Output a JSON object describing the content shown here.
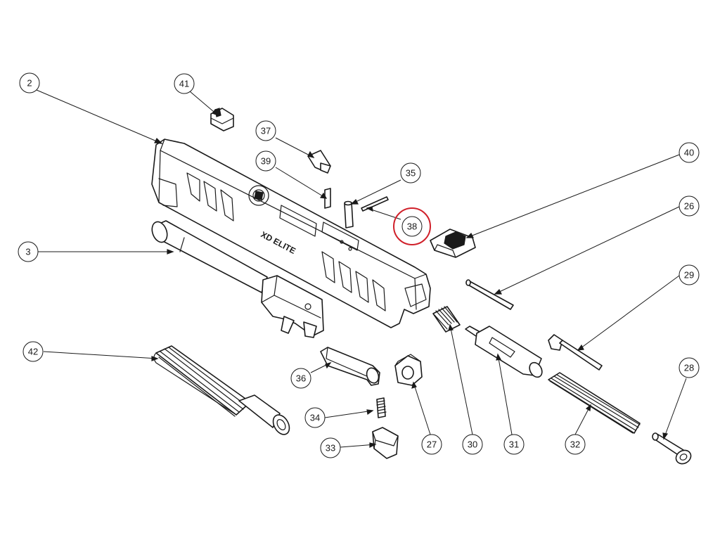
{
  "colors": {
    "line": "#1a1a1a",
    "background": "#ffffff",
    "highlight": "#d0202a"
  },
  "slide_marking": "XD ELITE",
  "highlighted_callout": "38",
  "callouts": [
    {
      "id": "c2",
      "label": "2"
    },
    {
      "id": "c41",
      "label": "41"
    },
    {
      "id": "c37",
      "label": "37"
    },
    {
      "id": "c39",
      "label": "39"
    },
    {
      "id": "c35",
      "label": "35"
    },
    {
      "id": "c38",
      "label": "38"
    },
    {
      "id": "c40",
      "label": "40"
    },
    {
      "id": "c26",
      "label": "26"
    },
    {
      "id": "c3",
      "label": "3"
    },
    {
      "id": "c29",
      "label": "29"
    },
    {
      "id": "c28",
      "label": "28"
    },
    {
      "id": "c42",
      "label": "42"
    },
    {
      "id": "c36",
      "label": "36"
    },
    {
      "id": "c34",
      "label": "34"
    },
    {
      "id": "c33",
      "label": "33"
    },
    {
      "id": "c27",
      "label": "27"
    },
    {
      "id": "c30",
      "label": "30"
    },
    {
      "id": "c31",
      "label": "31"
    },
    {
      "id": "c32",
      "label": "32"
    }
  ]
}
